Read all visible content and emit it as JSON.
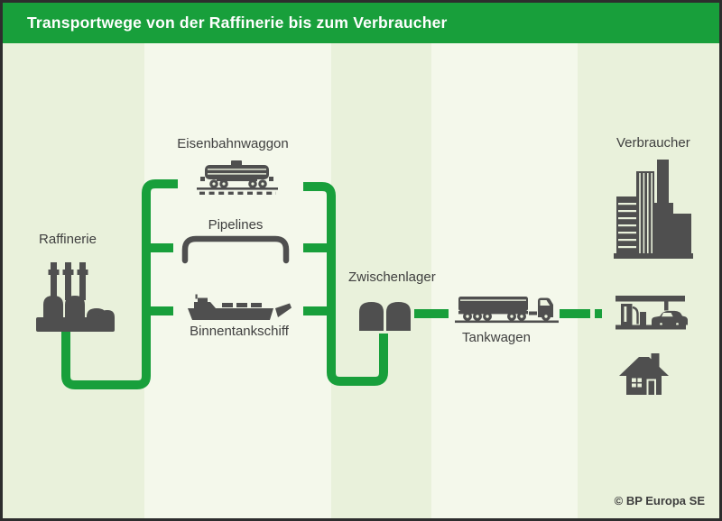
{
  "title": "Transportwege von der Raffinerie bis zum Verbraucher",
  "nodes": {
    "raffinerie": "Raffinerie",
    "eisenbahnwaggon": "Eisenbahnwaggon",
    "pipelines": "Pipelines",
    "binnentankschiff": "Binnentankschiff",
    "zwischenlager": "Zwischenlager",
    "tankwagen": "Tankwagen",
    "verbraucher": "Verbraucher"
  },
  "flow": {
    "from": "Raffinerie",
    "parallel_transport_modes": [
      "Eisenbahnwaggon",
      "Pipelines",
      "Binnentankschiff"
    ],
    "then": [
      "Zwischenlager",
      "Tankwagen",
      "Verbraucher"
    ]
  },
  "consumer_icons": [
    "city-buildings",
    "gas-station",
    "house"
  ],
  "footer": {
    "copyright": "© BP Europa SE"
  },
  "colors": {
    "brand_green": "#189F3B",
    "icon_gray": "#4F4F4F",
    "stripe_dark": "#E9F1DB",
    "stripe_light": "#F4F8EB",
    "frame": "#2D2D2D",
    "text": "#3F3F3F"
  }
}
